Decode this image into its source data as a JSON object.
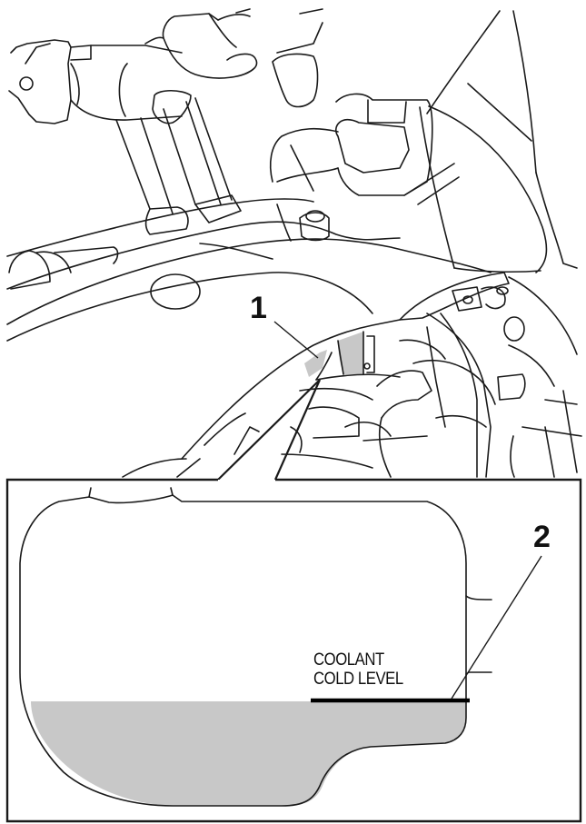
{
  "figure": {
    "type": "service-manual-illustration",
    "subject": "Coolant reservoir location and cold level mark",
    "colors": {
      "line": "#1a1a1a",
      "coolant_fill": "#c8c8c8",
      "reservoir_highlight": "#c8c8c8",
      "background": "#ffffff"
    }
  },
  "callouts": [
    {
      "id": "1",
      "label": "1",
      "target": "coolant reservoir"
    },
    {
      "id": "2",
      "label": "2",
      "target": "coolant cold level mark"
    }
  ],
  "detail_inset": {
    "level_label_line1": "COOLANT",
    "level_label_line2": "COLD LEVEL"
  }
}
